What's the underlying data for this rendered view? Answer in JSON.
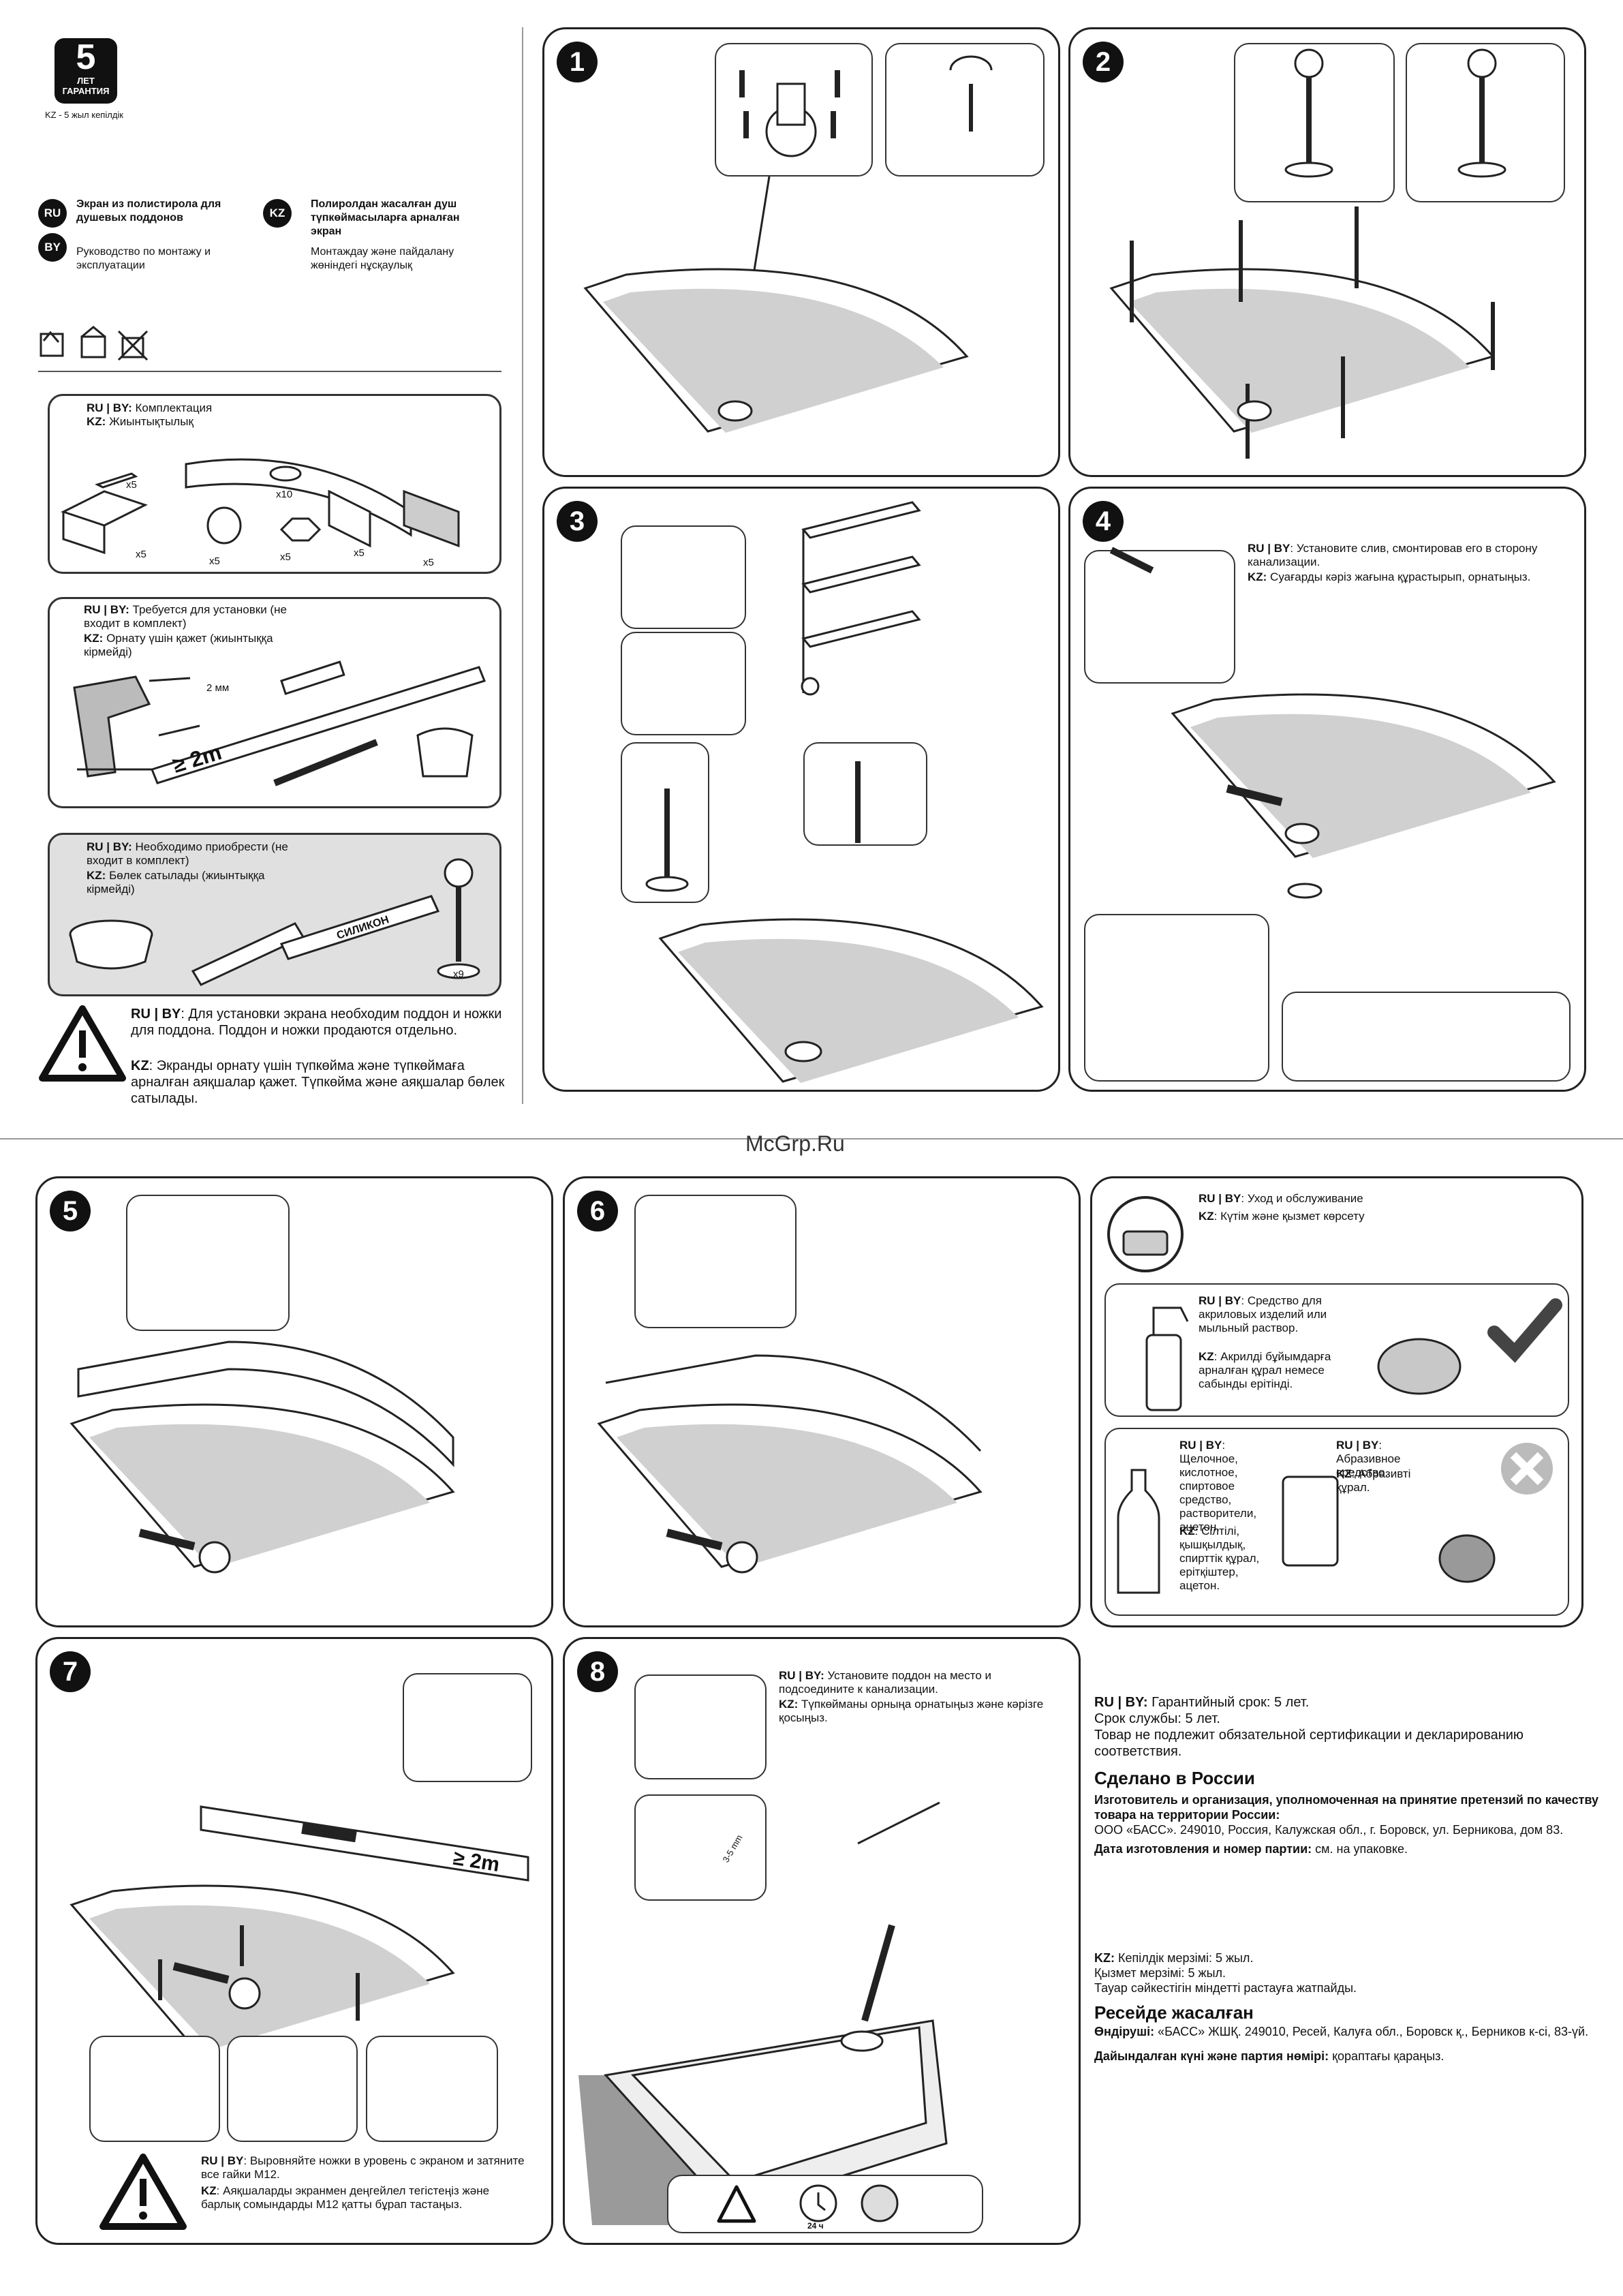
{
  "warranty": {
    "number": "5",
    "line1": "ЛЕТ",
    "line2": "ГАРАНТИЯ",
    "kz_caption": "KZ - 5 жыл кепілдік"
  },
  "title": {
    "ru_code": "RU",
    "by_code": "BY",
    "kz_code": "KZ",
    "ru_title": "Экран из полистирола для душевых поддонов",
    "ru_subtitle": "Руководство по монтажу и эксплуатации",
    "kz_title": "Полиролдан жасалған душ түпкөймасыларға арналған экран",
    "kz_subtitle": "Монтаждау және пайдалану жөніндегі нұсқаулық"
  },
  "kit": {
    "ru": "RU | BY:",
    "ru_text": "Комплектация",
    "kz": "KZ:",
    "kz_text": "Жиынтықтылық",
    "qty": [
      "x5",
      "x10",
      "x5",
      "x5",
      "x5",
      "x5",
      "x5"
    ]
  },
  "tools": {
    "ru": "RU | BY:",
    "ru_text": "Требуется для установки (не входит в комплект)",
    "kz": "KZ:",
    "kz_text": "Орнату үшін қажет (жиынтыққа кірмейді)",
    "drill_label": "2 мм",
    "level_label": "≥ 2m"
  },
  "buy": {
    "ru": "RU | BY:",
    "ru_text": "Необходимо приобрести (не входит в комплект)",
    "kz": "KZ:",
    "kz_text": "Бөлек сатылады (жиынтыққа кірмейді)",
    "silicone_label": "СИЛИКОН",
    "legs_qty": "x9"
  },
  "warning_main": {
    "ru": "RU | BY",
    "ru_text": ": Для установки экрана необходим поддон и ножки для поддона. Поддон и ножки продаются отдельно.",
    "kz": "KZ",
    "kz_text": ": Экранды орнату үшін түпкөйма және түпкөймаға арналған аяқшалар қажет. Түпкөйма және аяқшалар бөлек сатылады."
  },
  "steps": [
    "1",
    "2",
    "3",
    "4",
    "5",
    "6",
    "7",
    "8"
  ],
  "step4": {
    "ru": "RU | BY",
    "ru_text": ": Установите слив, смонтировав его в сторону канализации.",
    "kz": "KZ:",
    "kz_text": " Суағарды кәріз жағына құрастырып, орнатыңыз."
  },
  "watermark": "McGrp.Ru",
  "care": {
    "ru": "RU | BY",
    "ru_text": ": Уход и обслуживание",
    "kz": "KZ",
    "kz_text": ": Күтім және қызмет көрсету",
    "good_ru": "RU | BY",
    "good_ru_text": ": Средство для акриловых изделий или мыльный раствор.",
    "good_kz": "KZ",
    "good_kz_text": ": Акрилді бұйымдарға арналған құрал немесе сабынды ерітінді.",
    "bad1_ru": "RU | BY",
    "bad1_ru_text": ": Щелочное, кислотное, спиртовое средство, растворители, ацетон.",
    "bad1_kz": "KZ",
    "bad1_kz_text": ": Сілтілі, қышқылдық, спирттік құрал, ерітқіштер, ацетон.",
    "bad2_ru": "RU | BY",
    "bad2_ru_text": ": Абразивное средство.",
    "bad2_kz": "KZ",
    "bad2_kz_text": ": Абразивті құрал."
  },
  "step7": {
    "ru": "RU | BY",
    "ru_text": ": Выровняйте ножки в уровень с экраном и затяните все гайки М12.",
    "kz": "KZ",
    "kz_text": ": Аяқшаларды экранмен деңгейлел тегістеңіз және барлық сомындарды М12 қатты бұрап тастаңыз.",
    "level_label": "≥ 2m"
  },
  "step8": {
    "ru": "RU | BY:",
    "ru_text": " Установите поддон на место и подсоедините к канализации.",
    "kz": "KZ:",
    "kz_text": " Түпкөйманы орныңа орнатыңыз және кәрізге қосыңыз.",
    "gap_label": "3-5 mm",
    "time_label": "24 ч"
  },
  "footer": {
    "ru_warranty_label": "RU | BY:",
    "ru_warranty": " Гарантийный срок: 5 лет.",
    "ru_service": "Срок службы: 5 лет.",
    "ru_cert": "Товар не подлежит обязательной сертификации и декларированию соответствия.",
    "ru_made": "Сделано в России",
    "ru_maker_label": "Изготовитель и организация, уполномоченная на принятие претензий по качеству товара на территории России:",
    "ru_maker": "ООО «БАСС». 249010, Россия, Калужская обл., г. Боровск, ул. Берникова, дом 83.",
    "ru_date_label": "Дата изготовления и номер партии:",
    "ru_date": " см. на упаковке.",
    "kz_warranty_label": "KZ:",
    "kz_warranty": " Кепілдік мерзімі: 5 жыл.",
    "kz_service": "Қызмет мерзімі: 5 жыл.",
    "kz_cert": "Тауар сәйкестігін міндетті растауға жатпайды.",
    "kz_made": "Ресейде жасалған",
    "kz_maker_label": "Өндіруші:",
    "kz_maker": " «БАСС» ЖШҚ. 249010, Ресей,  Калуға обл.,  Боровск қ., Берников к-сі, 83-үй.",
    "kz_date_label": "Дайындалған күні және партия нөмірі:",
    "kz_date": " қораптағы қараңыз."
  },
  "colors": {
    "tray": "#d0d0d0",
    "ink": "#111111",
    "accent_gray": "#9a9a9a"
  }
}
